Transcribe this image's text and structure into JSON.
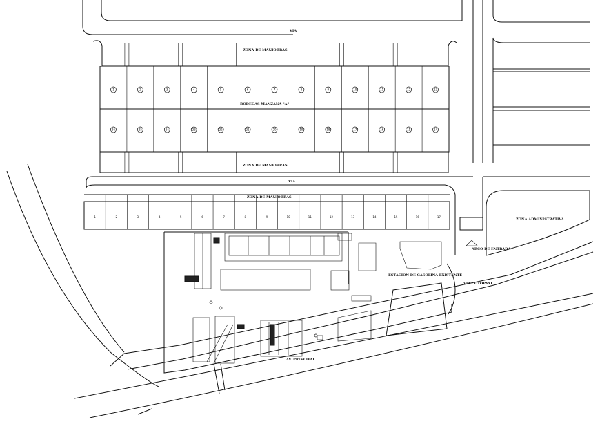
{
  "labels": {
    "via_top": "VIA",
    "via_mid": "VIA",
    "zona_maniobras_top": "ZONA DE MANIOBRAS",
    "zona_maniobras_mid": "ZONA DE MANIOBRAS",
    "zona_maniobras_row": "ZONA DE MANIOBRAS",
    "bodegas": "BODEGAS MANZANA \"A\"",
    "zona_administrativa": "ZONA ADMINISTRATIVA",
    "arco_entrada": "ARCO DE ENTRADA",
    "estacion_gasolina": "ESTACION DE GASOLINA EXISTENTE",
    "via_cotopaxi": "VIA COTOPAXI",
    "av_principal": "AV. PRINCIPAL"
  },
  "bodegas": {
    "top_row": [
      "1",
      "2",
      "3",
      "4",
      "5",
      "6",
      "7",
      "8",
      "9",
      "10",
      "11",
      "12",
      "13"
    ],
    "bottom_row": [
      "26",
      "25",
      "24",
      "23",
      "22",
      "21",
      "20",
      "19",
      "18",
      "17",
      "16",
      "15",
      "14"
    ]
  },
  "strip_units": [
    "1",
    "2",
    "3",
    "4",
    "5",
    "6",
    "7",
    "8",
    "9",
    "10",
    "11",
    "12",
    "13",
    "14",
    "15",
    "16",
    "17"
  ]
}
